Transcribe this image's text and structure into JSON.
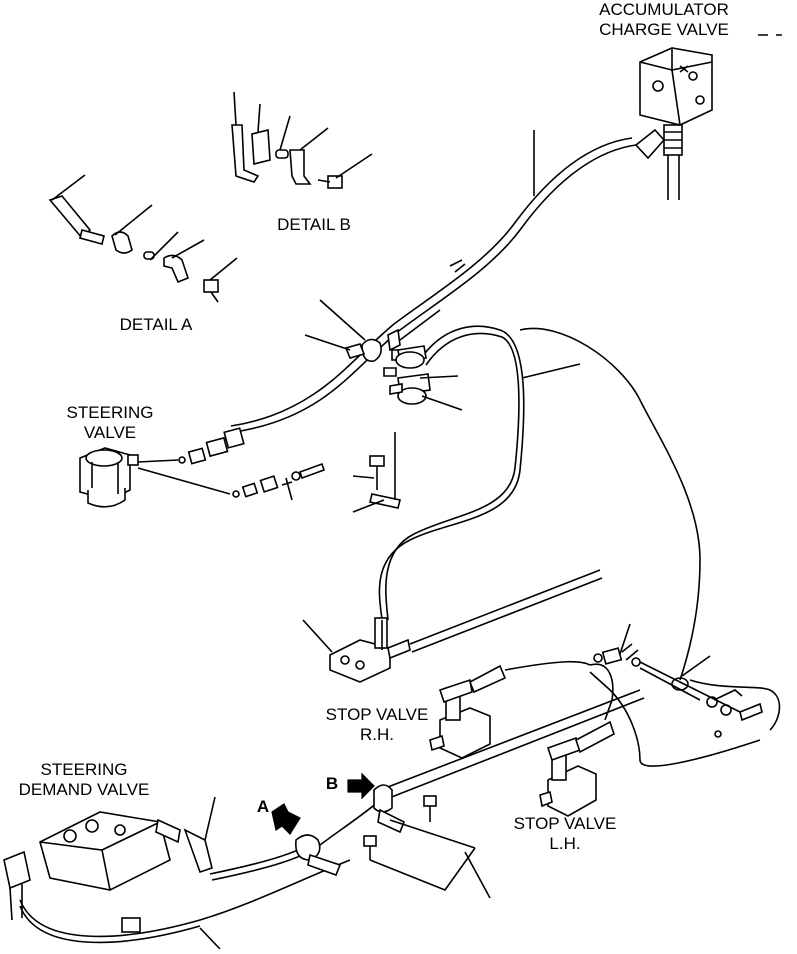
{
  "labels": {
    "accumulator_charge_valve": [
      "ACCUMULATOR",
      "CHARGE VALVE"
    ],
    "detail_b": "DETAIL B",
    "detail_a": "DETAIL A",
    "steering_valve": [
      "STEERING",
      "VALVE"
    ],
    "stop_valve_rh": [
      "STOP VALVE",
      "R.H."
    ],
    "steering_demand_valve": [
      "STEERING",
      "DEMAND VALVE"
    ],
    "stop_valve_lh": [
      "STOP VALVE",
      "L.H."
    ],
    "view_b": "B",
    "view_a": "A"
  },
  "colors": {
    "ink": "#000000",
    "paper": "#ffffff"
  }
}
